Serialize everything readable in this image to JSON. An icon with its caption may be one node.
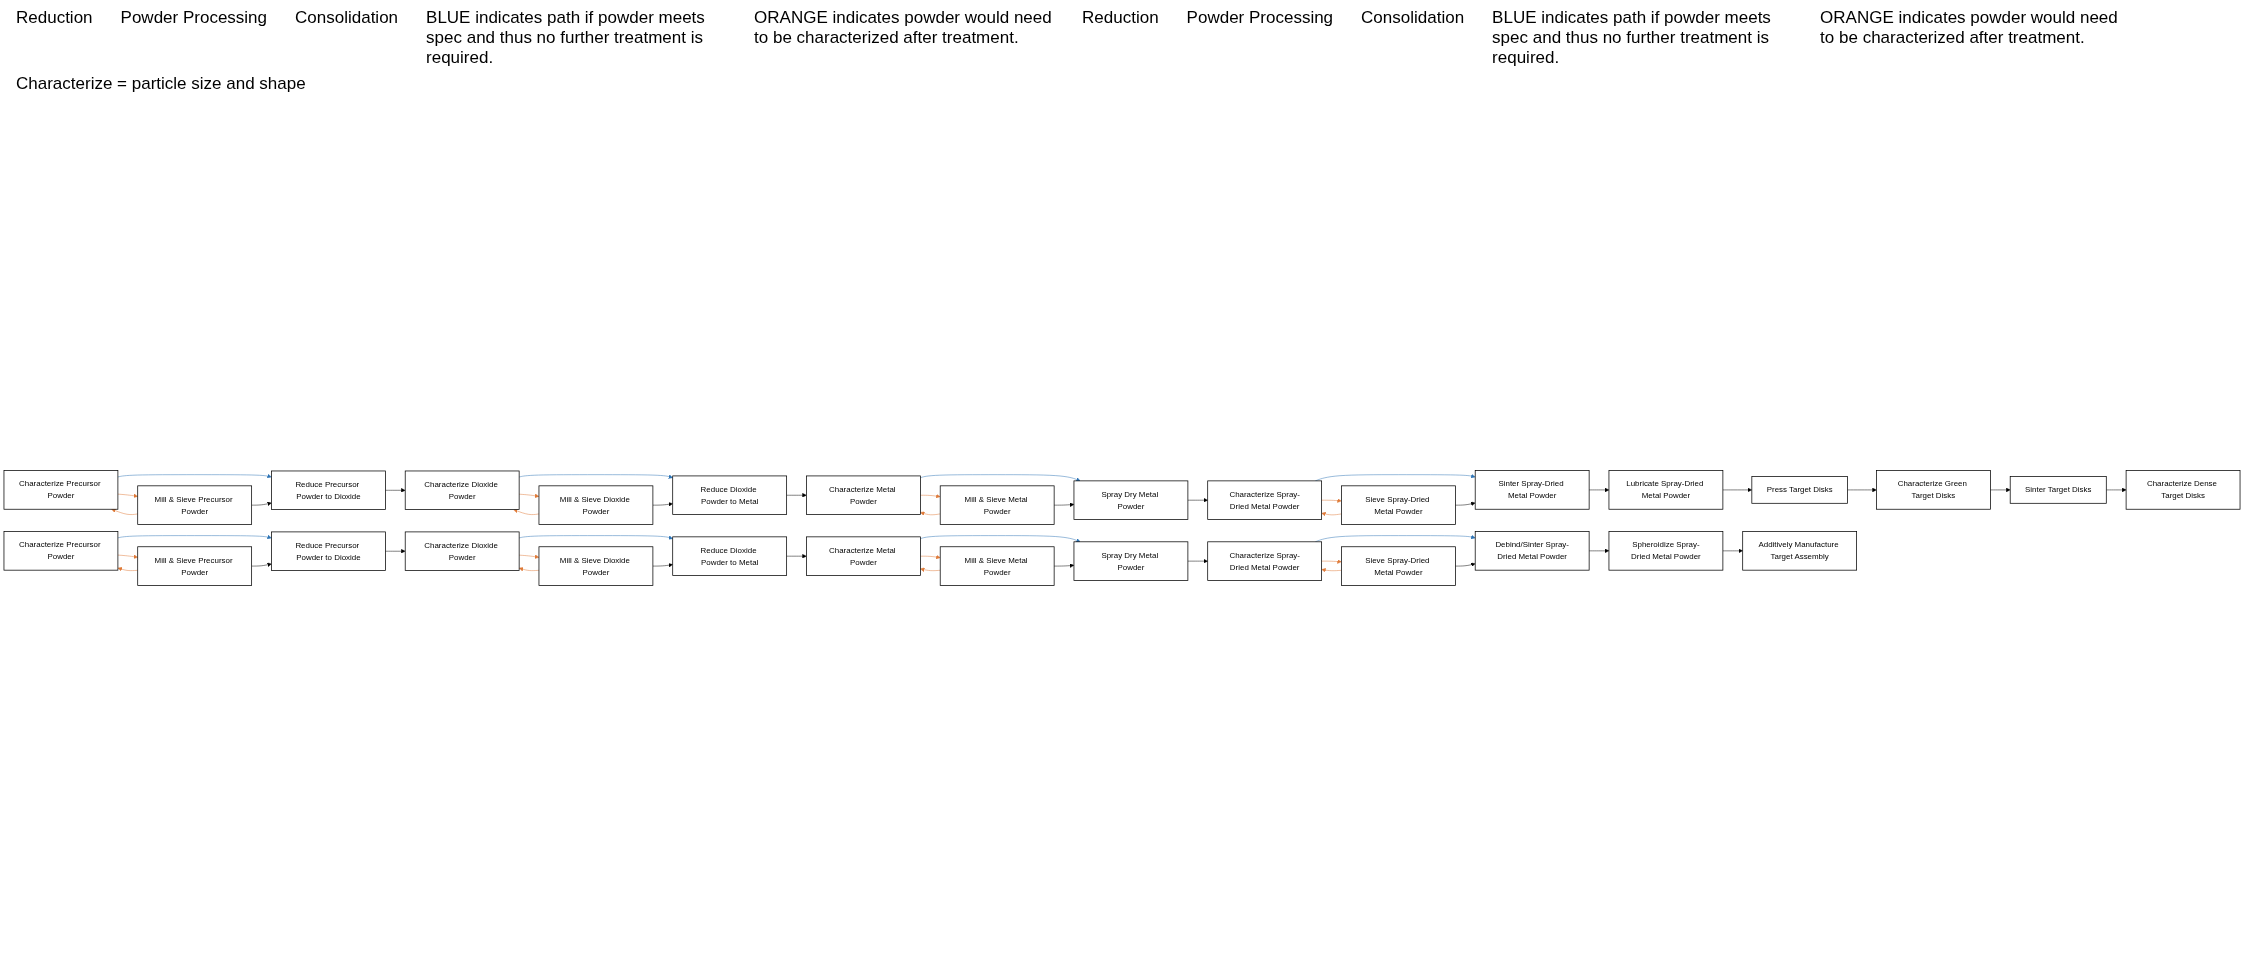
{
  "diagram": {
    "nodes": [
      {
        "text": [
          "Characterize Precursor Powder"
        ]
      },
      {
        "text": [
          "Mill & Sieve Precursor Powder"
        ]
      },
      {
        "text": [
          "Reduce Precursor Powder to Dioxide"
        ]
      },
      {
        "text": [
          "Characterize Dioxide Powder"
        ]
      },
      {
        "text": [
          "Mill & Sieve Dioxide Powder"
        ]
      },
      {
        "text": [
          "Reduce Dioxide Powder to Metal"
        ]
      },
      {
        "text": [
          "Characterize Metal Powder"
        ]
      },
      {
        "text": [
          "Mill & Sieve Metal Powder"
        ]
      },
      {
        "text": [
          "Spray Dry Metal Powder"
        ]
      },
      {
        "text": [
          "Characterize Spray-Dried Metal Powder"
        ]
      },
      {
        "text": [
          "Sieve Spray-Dried Metal Powder"
        ]
      },
      {
        "text": [
          "Sinter Spray-Dried Metal Powder"
        ]
      },
      {
        "text": [
          "Lubricate Spray-Dried Metal Powder"
        ]
      },
      {
        "text": [
          "Press Target Disks"
        ]
      },
      {
        "text": [
          "Characterize Green Target Disks"
        ]
      },
      {
        "text": [
          "Sinter Target Disks"
        ]
      },
      {
        "text": [
          "Characterize Dense Target Disks"
        ]
      },
      {
        "text": [
          "Characterize Precursor Powder"
        ]
      },
      {
        "text": [
          "Mill & Sieve Precursor Powder"
        ]
      },
      {
        "text": [
          "Reduce Precursor Powder to Dioxide"
        ]
      },
      {
        "text": [
          "Characterize Dioxide Powder"
        ]
      },
      {
        "text": [
          "Mill & Sieve Dioxide Powder"
        ]
      },
      {
        "text": [
          "Reduce Dioxide Powder to Metal"
        ]
      },
      {
        "text": [
          "Characterize Metal Powder"
        ]
      },
      {
        "text": [
          "Mill & Sieve Metal Powder"
        ]
      },
      {
        "text": [
          "Spray Dry Metal Powder"
        ]
      },
      {
        "text": [
          "Characterize Spray-Dried Metal Powder"
        ]
      },
      {
        "text": [
          "Sieve Spray-Dried Metal Powder"
        ]
      },
      {
        "text": [
          "Debind/Sinter Spray-Dried Metal Powder"
        ]
      },
      {
        "text": [
          "Spheroidize Spray-Dried Metal Powder"
        ]
      },
      {
        "text": [
          "Additively Manufacture Target Assembly"
        ]
      }
    ],
    "edges": [
      {
        "from": 0,
        "to": 1,
        "arrow": "to",
        "color": "#e07b39"
      },
      {
        "from": 1,
        "to": 0,
        "arrow": "to",
        "color": "#e07b39"
      },
      {
        "from": 0,
        "to": 2,
        "arrow": "to",
        "color": "#2e75b6"
      },
      {
        "from": 1,
        "to": 2,
        "arrow": "to"
      },
      {
        "from": 2,
        "to": 3,
        "arrow": "to"
      },
      {
        "from": 3,
        "to": 4,
        "arrow": "to",
        "color": "#e07b39"
      },
      {
        "from": 4,
        "to": 3,
        "arrow": "to",
        "color": "#e07b39"
      },
      {
        "from": 3,
        "to": 5,
        "arrow": "to",
        "color": "#2e75b6"
      },
      {
        "from": 4,
        "to": 5,
        "arrow": "to"
      },
      {
        "from": 5,
        "to": 6,
        "arrow": "to"
      },
      {
        "from": 6,
        "to": 7,
        "arrow": "to",
        "color": "#e07b39"
      },
      {
        "from": 7,
        "to": 6,
        "arrow": "to",
        "color": "#e07b39"
      },
      {
        "from": 6,
        "to": 8,
        "arrow": "to",
        "color": "#2e75b6"
      },
      {
        "from": 7,
        "to": 8,
        "arrow": "to"
      },
      {
        "from": 8,
        "to": 9,
        "arrow": "to"
      },
      {
        "from": 9,
        "to": 10,
        "arrow": "to",
        "color": "#e07b39"
      },
      {
        "from": 10,
        "to": 9,
        "arrow": "to",
        "color": "#e07b39"
      },
      {
        "from": 9,
        "to": 11,
        "arrow": "to",
        "color": "#2e75b6"
      },
      {
        "from": 10,
        "to": 11,
        "arrow": "to"
      },
      {
        "from": 11,
        "to": 12,
        "arrow": "to"
      },
      {
        "from": 12,
        "to": 13,
        "arrow": "to"
      },
      {
        "from": 13,
        "to": 14,
        "arrow": "to"
      },
      {
        "from": 14,
        "to": 15,
        "arrow": "to"
      },
      {
        "from": 15,
        "to": 16,
        "arrow": "to"
      },
      {
        "from": 17,
        "to": 18,
        "arrow": "to",
        "color": "#e07b39"
      },
      {
        "from": 18,
        "to": 17,
        "arrow": "to",
        "color": "#e07b39"
      },
      {
        "from": 17,
        "to": 19,
        "arrow": "to",
        "color": "#2e75b6"
      },
      {
        "from": 18,
        "to": 19,
        "arrow": "to"
      },
      {
        "from": 19,
        "to": 20,
        "arrow": "to"
      },
      {
        "from": 20,
        "to": 21,
        "arrow": "to",
        "color": "#e07b39"
      },
      {
        "from": 21,
        "to": 20,
        "arrow": "to",
        "color": "#e07b39"
      },
      {
        "from": 20,
        "to": 22,
        "arrow": "to",
        "color": "#2e75b6"
      },
      {
        "from": 21,
        "to": 22,
        "arrow": "to"
      },
      {
        "from": 22,
        "to": 23,
        "arrow": "to"
      },
      {
        "from": 23,
        "to": 24,
        "arrow": "to",
        "color": "#e07b39"
      },
      {
        "from": 24,
        "to": 23,
        "arrow": "to",
        "color": "#e07b39"
      },
      {
        "from": 23,
        "to": 25,
        "arrow": "to",
        "color": "#2e75b6"
      },
      {
        "from": 24,
        "to": 25,
        "arrow": "to"
      },
      {
        "from": 25,
        "to": 26,
        "arrow": "to"
      },
      {
        "from": 26,
        "to": 27,
        "arrow": "to",
        "color": "#e07b39"
      },
      {
        "from": 27,
        "to": 26,
        "arrow": "to",
        "color": "#e07b39"
      },
      {
        "from": 26,
        "to": 28,
        "arrow": "to",
        "color": "#2e75b6"
      },
      {
        "from": 27,
        "to": 28,
        "arrow": "to"
      },
      {
        "from": 28,
        "to": 29,
        "arrow": "to"
      },
      {
        "from": 29,
        "to": 30,
        "arrow": "to"
      }
    ],
    "labels": [
      "Reduction",
      "Powder Processing",
      "Consolidation",
      "BLUE indicates path if powder meets spec and thus no further treatment is required.",
      "ORANGE indicates powder would need to be characterized after treatment.",
      "Reduction",
      "Powder Processing",
      "Consolidation",
      "BLUE indicates path if powder meets spec and thus no further treatment is required.",
      "ORANGE indicates powder would need to be characterized after treatment.",
      "Characterize = particle size and shape"
    ]
  }
}
